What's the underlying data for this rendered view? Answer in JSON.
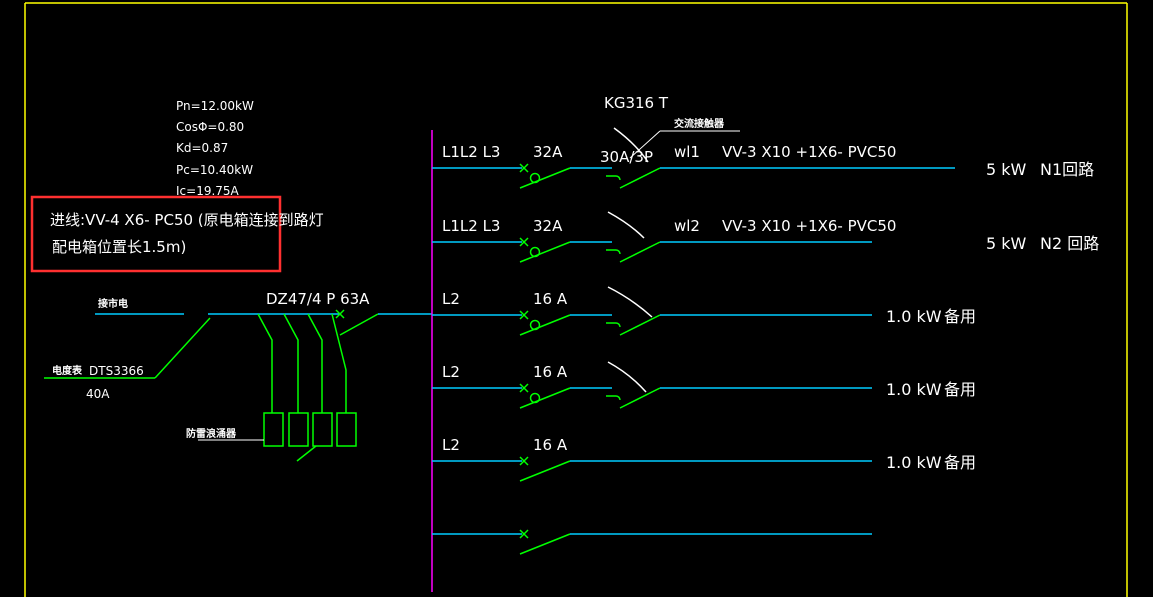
{
  "colors": {
    "background": "#000000",
    "frame": "#ffff00",
    "busbar": "#ff00ff",
    "cable": "#00ccff",
    "device": "#00ff00",
    "text": "#ffffff",
    "highlight_box": "#ff3030"
  },
  "load_params": {
    "pn": "Pn=12.00kW",
    "cos": "CosΦ=0.80",
    "kd": "Kd=0.87",
    "pc": "Pc=10.40kW",
    "ic": "Ic=19.75A"
  },
  "incoming": {
    "line1": "进线:VV-4 X6- PC50 (原电箱连接到路灯",
    "line2": "配电箱位置长1.5m)",
    "source_label": "接市电",
    "meter_label": "电度表",
    "meter_model": "DTS3366",
    "meter_current": "40A",
    "main_breaker": "DZ47/4 P  63A",
    "spd_label": "防雷浪涌器"
  },
  "contactor": {
    "model": "KG316 T",
    "label": "交流接触器",
    "rating": "30A/3P"
  },
  "circuits": [
    {
      "phase": "L1L2 L3",
      "rating": "32A",
      "cable_id": "wl1",
      "cable": "VV-3 X10 +1X6- PVC50",
      "power": "5 kW",
      "name": "N1回路"
    },
    {
      "phase": "L1L2 L3",
      "rating": "32A",
      "cable_id": "wl2",
      "cable": "VV-3 X10 +1X6- PVC50",
      "power": "5 kW",
      "name": "N2 回路"
    },
    {
      "phase": "L2",
      "rating": "16 A",
      "cable_id": "",
      "cable": "",
      "power": "1.0 kW",
      "name": "备用"
    },
    {
      "phase": "L2",
      "rating": "16 A",
      "cable_id": "",
      "cable": "",
      "power": "1.0 kW",
      "name": "备用"
    },
    {
      "phase": "L2",
      "rating": "16 A",
      "cable_id": "",
      "cable": "",
      "power": "1.0 kW",
      "name": "备用"
    },
    {
      "phase": "",
      "rating": "",
      "cable_id": "",
      "cable": "",
      "power": "",
      "name": ""
    }
  ]
}
